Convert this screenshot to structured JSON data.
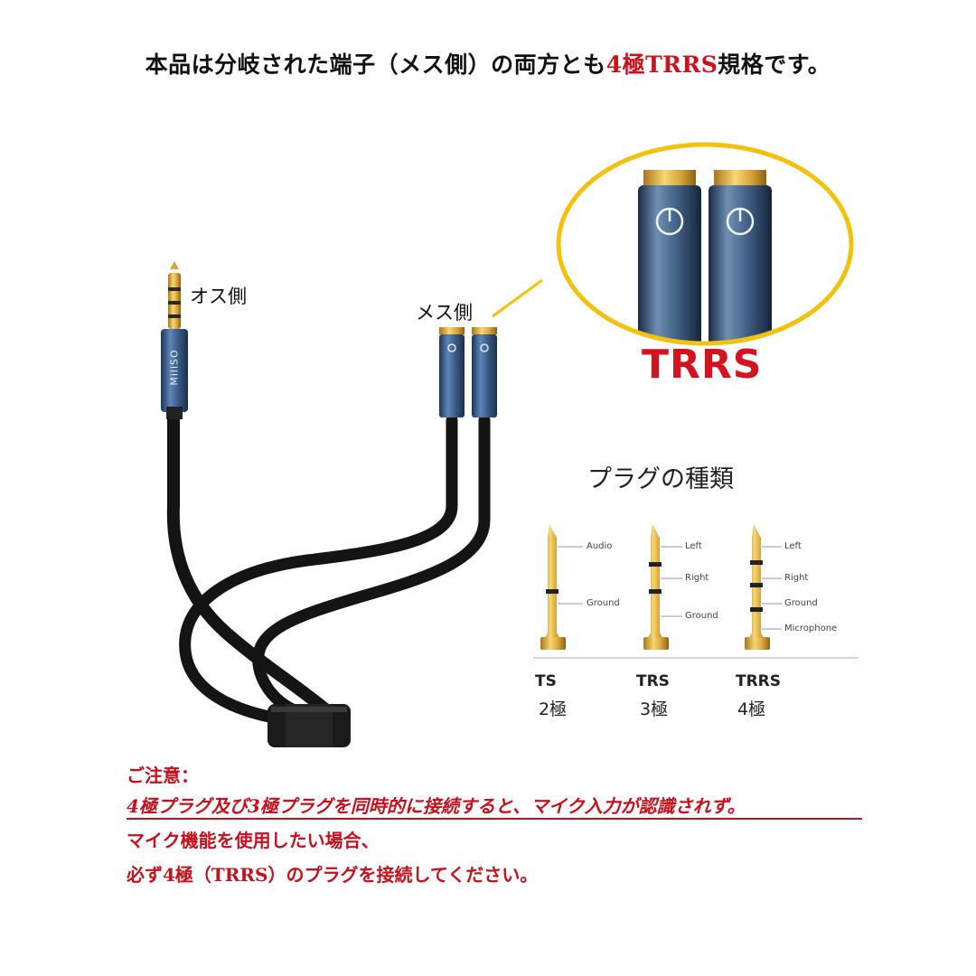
{
  "headline": {
    "prefix": "本品は分岐された端子（メス側）の両方とも",
    "accent": "4極TRRS",
    "suffix": "規格です。"
  },
  "labels": {
    "male": "オス側",
    "female": "メス側",
    "brand": "MillSO",
    "zoom_label": "TRRS"
  },
  "plug_types": {
    "title": "プラグの種類",
    "types": [
      {
        "name": "TS",
        "poles": "2極",
        "parts": [
          "Audio",
          "Ground"
        ]
      },
      {
        "name": "TRS",
        "poles": "3極",
        "parts": [
          "Left",
          "Right",
          "Ground"
        ]
      },
      {
        "name": "TRRS",
        "poles": "4極",
        "parts": [
          "Left",
          "Right",
          "Ground",
          "Microphone"
        ]
      }
    ]
  },
  "notice": {
    "heading": "ご注意：",
    "line1": "4極プラグ及び3極プラグを同時的に接続すると、マイク入力が認識されず。",
    "line2": "マイク機能を使用したい場合、",
    "line3": "必ず4極（TRRS）のプラグを接続してください。"
  },
  "colors": {
    "accent_red": "#d0101a",
    "ring_yellow": "#f4c20d",
    "cable_black": "#111111",
    "connector_blue": "#3d5f8a",
    "gold": "#e3b23c"
  }
}
